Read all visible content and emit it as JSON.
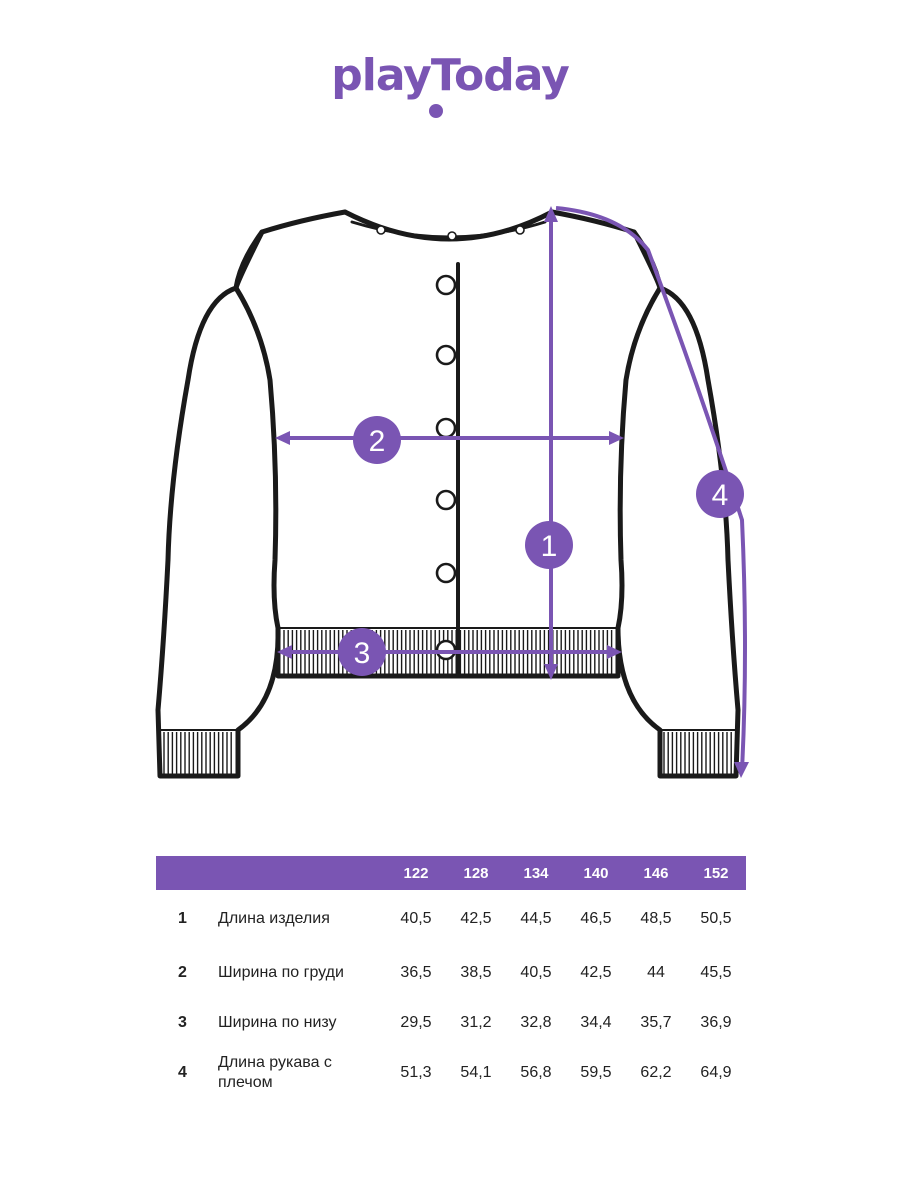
{
  "brand": {
    "logo_text": "playToday",
    "color": "#7a55b3"
  },
  "diagram": {
    "markers": [
      "1",
      "2",
      "3",
      "4"
    ],
    "outline_color": "#1a1a1a",
    "accent_color": "#7a55b3"
  },
  "size_table": {
    "header_bg": "#7a55b3",
    "sizes": [
      "122",
      "128",
      "134",
      "140",
      "146",
      "152"
    ],
    "rows": [
      {
        "num": "1",
        "label": "Длина изделия",
        "values": [
          "40,5",
          "42,5",
          "44,5",
          "46,5",
          "48,5",
          "50,5"
        ]
      },
      {
        "num": "2",
        "label": "Ширина по груди",
        "values": [
          "36,5",
          "38,5",
          "40,5",
          "42,5",
          "44",
          "45,5"
        ]
      },
      {
        "num": "3",
        "label": "Ширина по низу",
        "values": [
          "29,5",
          "31,2",
          "32,8",
          "34,4",
          "35,7",
          "36,9"
        ]
      },
      {
        "num": "4",
        "label": "Длина рукава с плечом",
        "values": [
          "51,3",
          "54,1",
          "56,8",
          "59,5",
          "62,2",
          "64,9"
        ]
      }
    ]
  }
}
